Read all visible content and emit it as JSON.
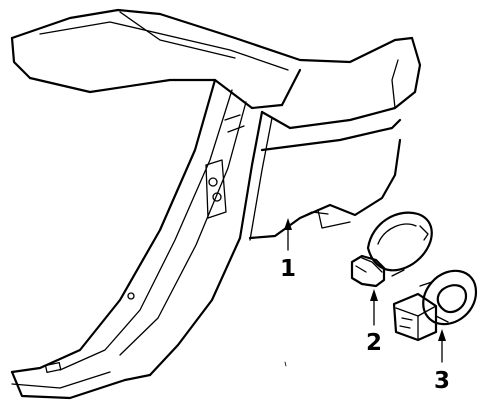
{
  "diagram": {
    "parts": [
      {
        "id": "part-1",
        "callout": "1"
      },
      {
        "id": "part-2",
        "callout": "2"
      },
      {
        "id": "part-3",
        "callout": "3"
      }
    ],
    "colors": {
      "line": "#000000",
      "background": "#ffffff"
    }
  }
}
